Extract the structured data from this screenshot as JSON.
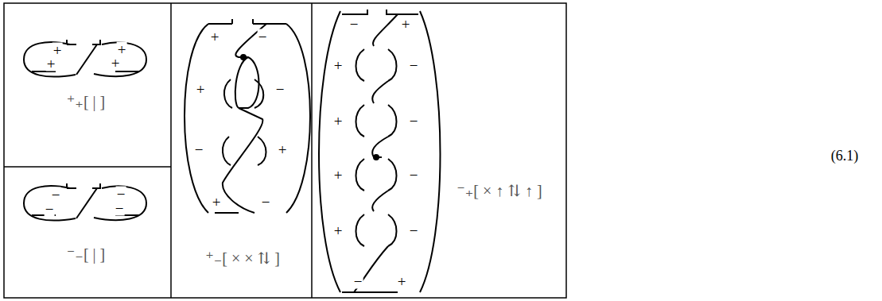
{
  "diagram": {
    "labels": [
      "+",
      "+",
      "+",
      "+",
      "⁺₊[ | ]",
      "−",
      "−",
      "−",
      "−",
      "⁻₋[ | ]",
      "+",
      "−",
      "+",
      "−",
      "−",
      "+",
      "+",
      "−",
      "⁺₋[ × × ⇅ ]",
      "−",
      "+",
      "+",
      "−",
      "+",
      "−",
      "+",
      "−",
      "+",
      "−",
      "−",
      "+",
      "⁻₊[ × ↑ ⇅ ↑ ]",
      "(6.1)"
    ]
  }
}
